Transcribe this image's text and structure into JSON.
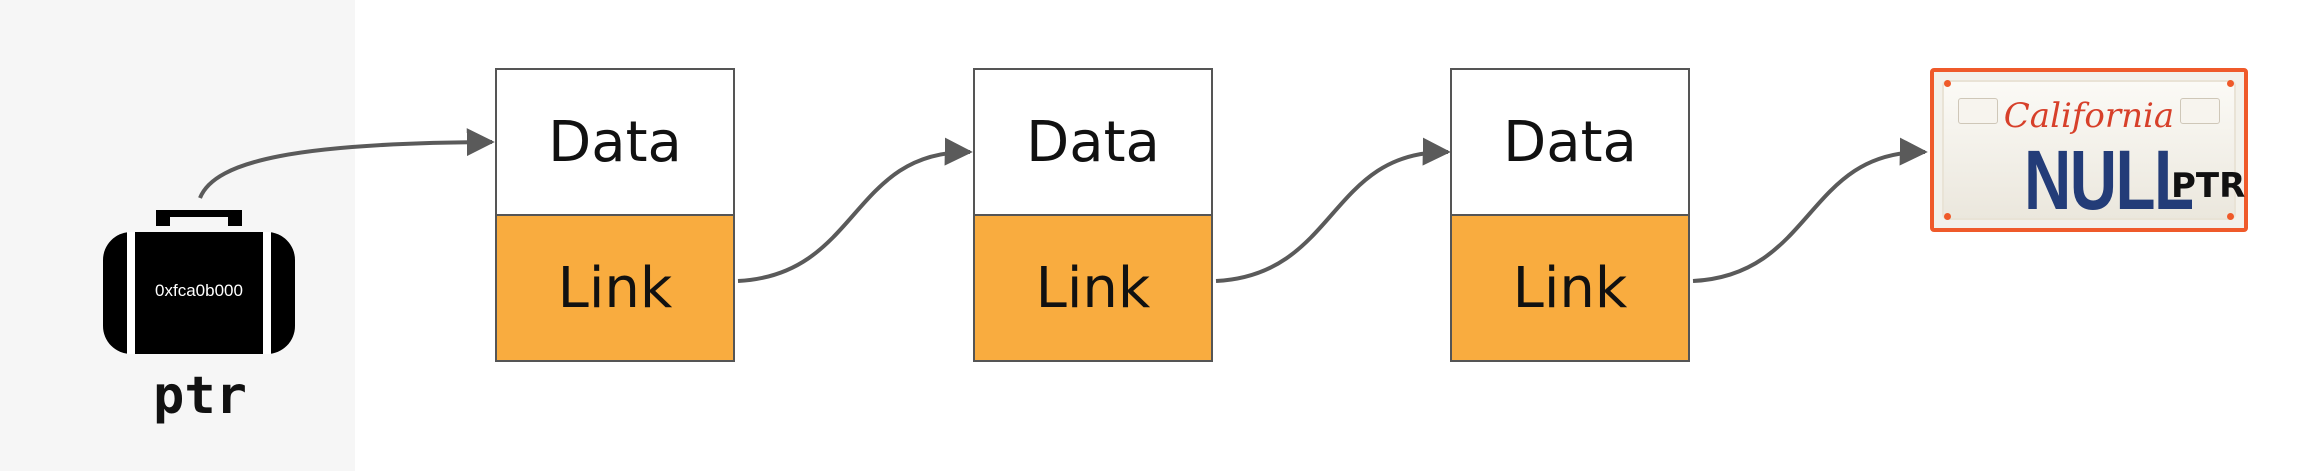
{
  "pointer": {
    "address": "0xfca0b000",
    "name": "ptr"
  },
  "nodes": [
    {
      "data_label": "Data",
      "link_label": "Link"
    },
    {
      "data_label": "Data",
      "link_label": "Link"
    },
    {
      "data_label": "Data",
      "link_label": "Link"
    }
  ],
  "terminal_plate": {
    "state": "California",
    "value": "NULL",
    "suffix": "PTR"
  },
  "colors": {
    "link_fill": "#f9ac3f",
    "arrow": "#5a5a5a",
    "plate_border": "#ef5a2a",
    "plate_text": "#233c78"
  }
}
